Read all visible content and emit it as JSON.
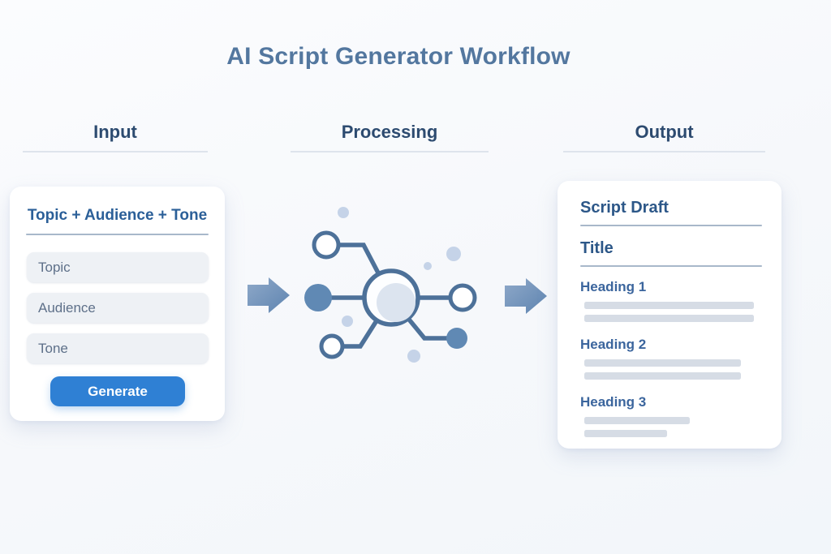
{
  "title": "AI Script Generator Workflow",
  "columns": {
    "input": {
      "label": "Input"
    },
    "processing": {
      "label": "Processing"
    },
    "output": {
      "label": "Output"
    }
  },
  "input_card": {
    "heading": "Topic + Audience + Tone",
    "fields": [
      {
        "label": "Topic",
        "placeholder": "Topic",
        "value": ""
      },
      {
        "label": "Audience",
        "placeholder": "Audience",
        "value": ""
      },
      {
        "label": "Tone",
        "placeholder": "Tone",
        "value": ""
      }
    ],
    "generate_label": "Generate"
  },
  "output_card": {
    "heading": "Script Draft",
    "subheading": "Title",
    "sections": [
      {
        "label": "Heading 1",
        "bars": [
          209,
          209
        ]
      },
      {
        "label": "Heading 2",
        "bars": [
          193,
          193
        ]
      },
      {
        "label": "Heading 3",
        "bars": [
          130,
          102
        ]
      }
    ]
  },
  "colors": {
    "title": "#53779f",
    "header_text": "#2d4b70",
    "card_heading": "#2b5f98",
    "output_heading": "#2c5788",
    "section_heading": "#3b659d",
    "field_bg": "#eef1f5",
    "field_text": "#5e7089",
    "accent_button": "#2f80d4",
    "button_text": "#ffffff",
    "divider": "#a8b8ca",
    "header_divider": "#dee4ec",
    "bar": "#d6dce5",
    "node_stroke": "#4d7199",
    "node_solid": "#6089b4",
    "node_inner": "#dce4ef",
    "dot": "#c5d3e8",
    "arrow_light": "#8fa9c9",
    "arrow_dark": "#5e84b0",
    "card_bg": "#ffffff"
  }
}
